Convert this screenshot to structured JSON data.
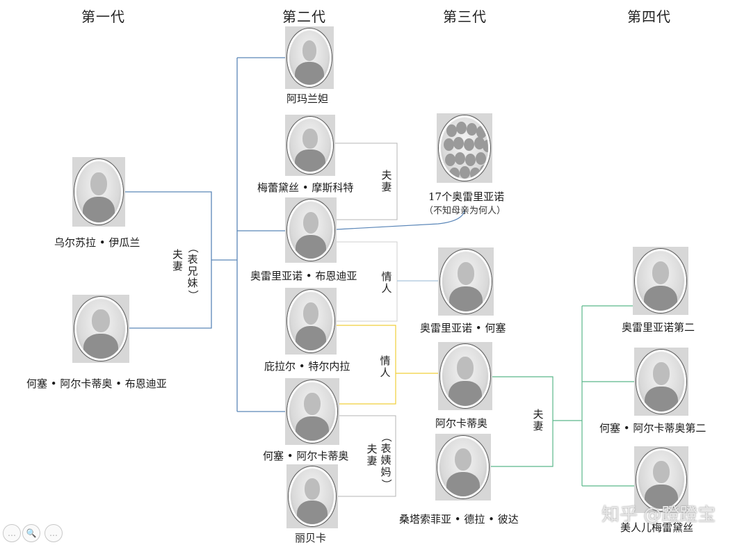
{
  "generations": [
    "第一代",
    "第二代",
    "第三代",
    "第四代"
  ],
  "people": {
    "ursula": "乌尔苏拉 • 伊瓜兰",
    "jose_arcadio_buendia": "何塞 • 阿尔卡蒂奥 • 布恩迪亚",
    "amaranta": "阿玛兰妲",
    "remedios_moscote": "梅蕾黛丝 • 摩斯科特",
    "aureliano_buendia": "奥雷里亚诺 • 布恩迪亚",
    "pilar_ternera": "庇拉尔 • 特尔内拉",
    "jose_arcadio": "何塞 • 阿尔卡蒂奥",
    "rebeca": "丽贝卡",
    "seventeen_aurelianos": "17个奥雷里亚诺",
    "aureliano_jose": "奥雷里亚诺 • 何塞",
    "arcadio": "阿尔卡蒂奥",
    "santa_sofia": "桑塔索菲亚 • 德拉 • 彼达",
    "aureliano_segundo": "奥雷里亚诺第二",
    "jose_arcadio_segundo": "何塞 • 阿尔卡蒂奥第二",
    "remedios_beauty": "美人儿梅雷黛丝"
  },
  "notes": {
    "seventeen_mothers": "（不知母亲为何人）"
  },
  "relations": {
    "couple_gen1": "夫妻",
    "cousins_gen1": [
      "（",
      "表",
      "兄",
      "妹",
      "）"
    ],
    "couple_aureliano": "夫妻",
    "lovers_aureliano_pilar": "情人",
    "lovers_arcadio_pilar": "情人",
    "couple_jose_rebeca": "夫妻",
    "cousins_jose_rebeca": [
      "（",
      "表",
      "姨",
      "妈",
      "）"
    ],
    "couple_arcadio_santa": "夫妻"
  },
  "colors": {
    "blue_line": "#5a86b8",
    "pale_blue_line": "#a9c4dc",
    "gray_line": "#b5b5b5",
    "yellow_line": "#f1cf3a",
    "green_line": "#5ab88a"
  },
  "watermark": "知乎 @蹬蹬宝",
  "viewer_controls": [
    "…",
    "🔍",
    "…"
  ]
}
